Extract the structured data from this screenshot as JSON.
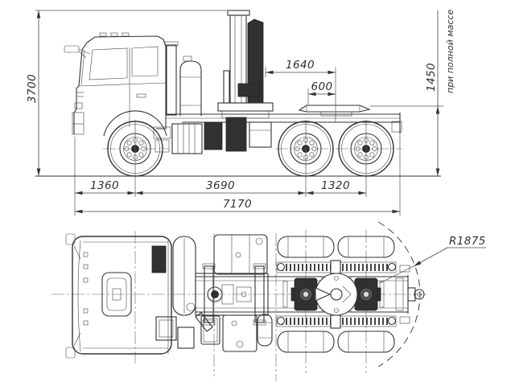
{
  "drawing": {
    "type": "truck-crane outline drawing (side view and top view)",
    "dims": {
      "overall_height": "3700",
      "crane_to_saddle": "1640",
      "axle_to_saddle": "600",
      "saddle_height": "1450",
      "saddle_height_condition": "при полной массе",
      "front_overhang": "1360",
      "wheelbase": "3690",
      "bogie_base": "1320",
      "overall_length": "7170",
      "swing_radius": "R1875"
    },
    "colors": {
      "line": "#333333",
      "background": "#ffffff",
      "dim_text": "#2f2f2f"
    }
  }
}
